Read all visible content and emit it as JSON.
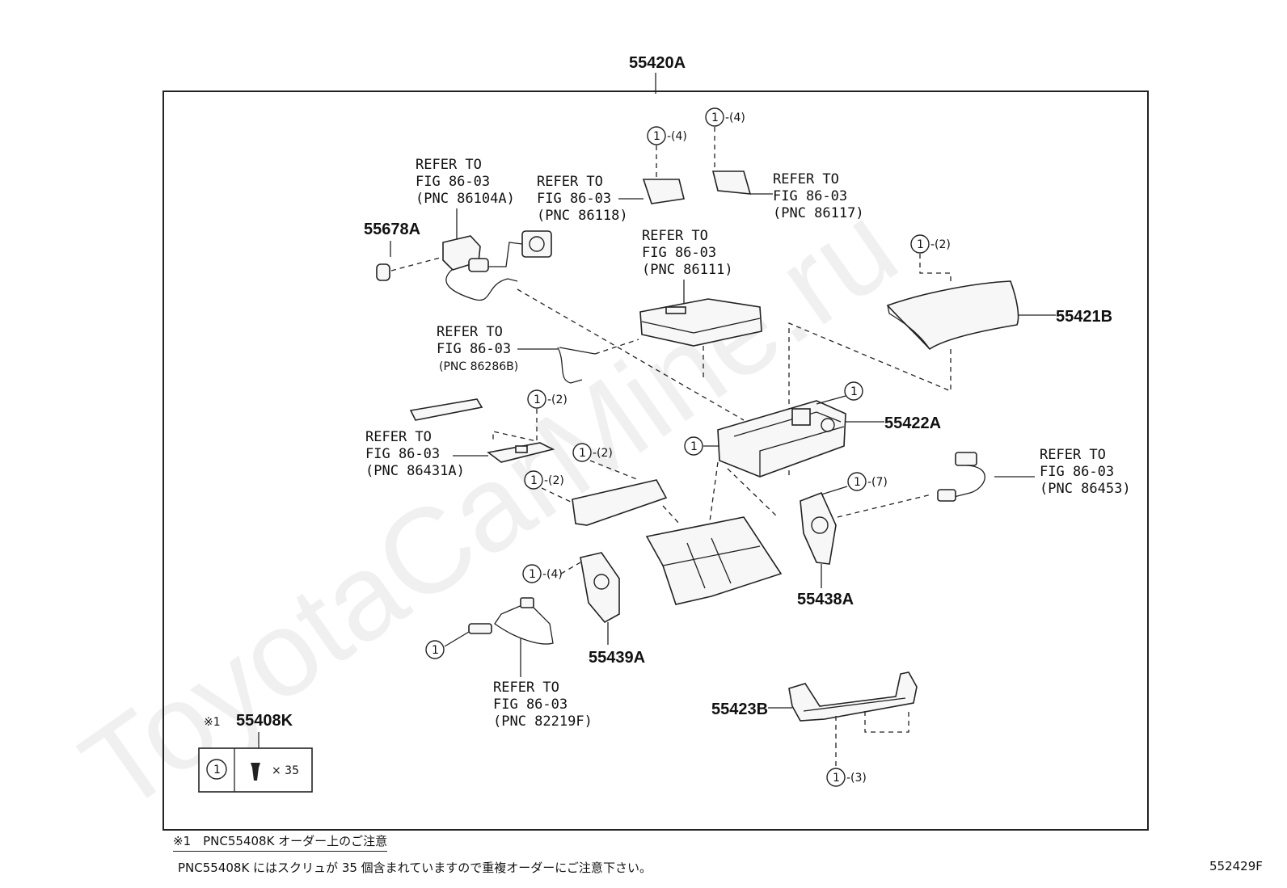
{
  "assembly_number": "55420A",
  "parts": {
    "p55678A": "55678A",
    "p55421B": "55421B",
    "p55422A": "55422A",
    "p55438A": "55438A",
    "p55439A": "55439A",
    "p55423B": "55423B"
  },
  "refer_labels": {
    "refer_to": "REFER TO",
    "fig": "FIG 86-03",
    "pnc_86104A": "(PNC 86104A)",
    "pnc_86118": "(PNC 86118)",
    "pnc_86117": "(PNC 86117)",
    "pnc_86111": "(PNC 86111)",
    "pnc_86286B": "(PNC 86286B)",
    "pnc_86431A": "(PNC 86431A)",
    "pnc_86453": "(PNC 86453)",
    "pnc_82219F": "(PNC 82219F)"
  },
  "callouts": {
    "circle": "1",
    "q4": "-(4)",
    "q2": "-(2)",
    "q7": "-(7)",
    "q3": "-(3)"
  },
  "kit": {
    "mark": "※1",
    "number": "55408K",
    "qty": "× 35"
  },
  "footnote": {
    "title": "※1　PNC55408K オーダー上のご注意",
    "text": "PNC55408K にはスクリュが 35 個含まれていますので重複オーダーにご注意下さい。"
  },
  "drawing_number": "552429F",
  "watermark": "ToyotaCarMine.ru"
}
